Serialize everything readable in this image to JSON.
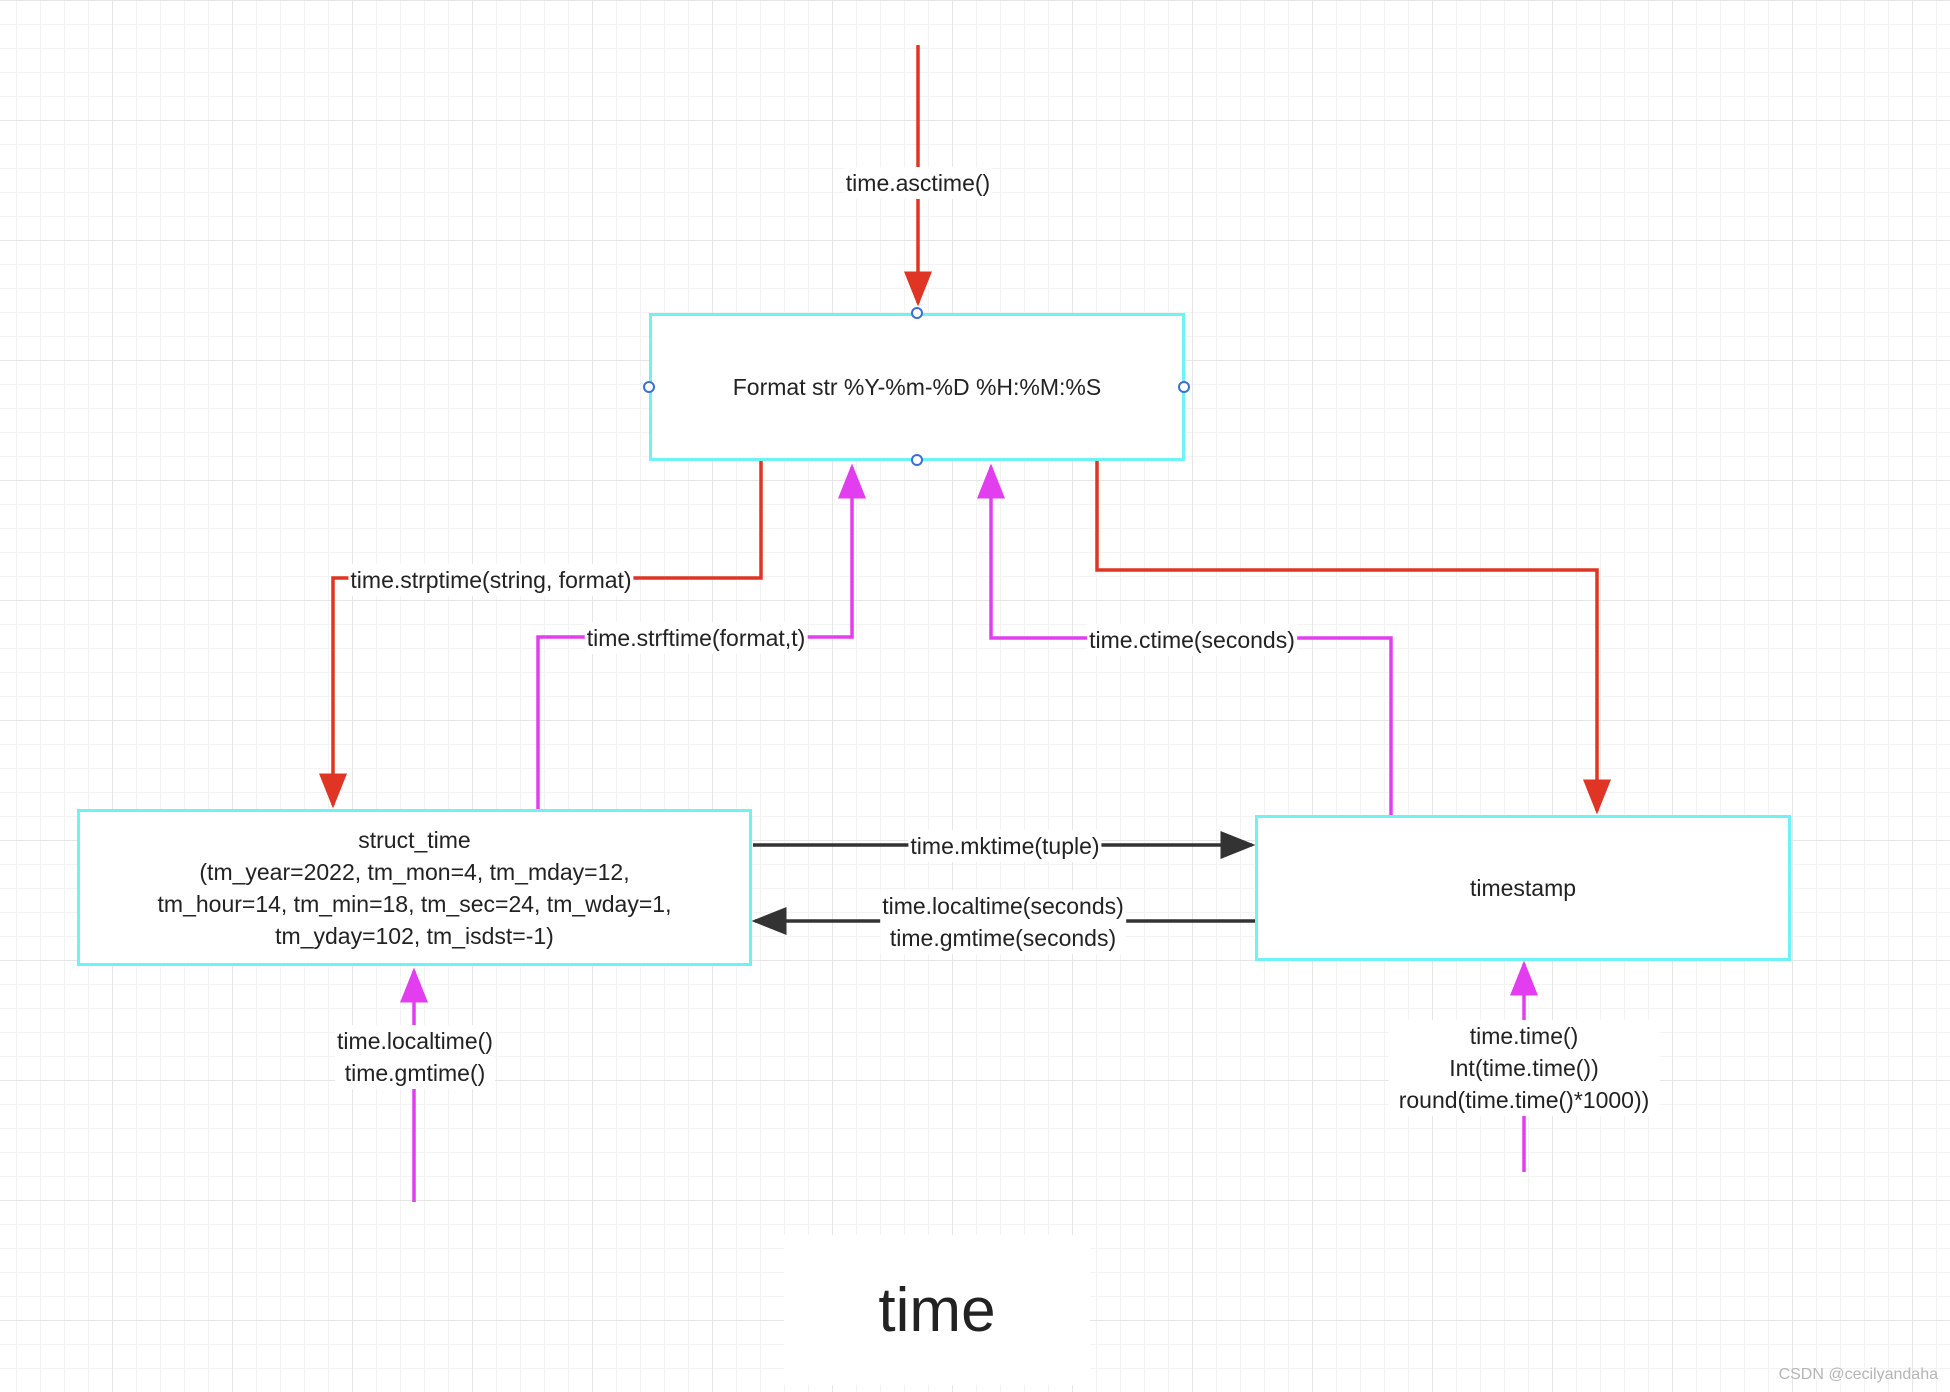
{
  "title": "time",
  "watermark": "CSDN @cecilyandaha",
  "colors": {
    "node_border": "#6ff2f6",
    "red_edge": "#e03424",
    "magenta_edge": "#e23ef0",
    "dark_edge": "#333333",
    "handle": "#3b6fd6"
  },
  "nodes": {
    "format_str": "Format str %Y-%m-%D %H:%M:%S",
    "struct_time": "struct_time\n(tm_year=2022, tm_mon=4, tm_mday=12,\ntm_hour=14, tm_min=18, tm_sec=24, tm_wday=1,\ntm_yday=102, tm_isdst=-1)",
    "timestamp": "timestamp"
  },
  "edges": {
    "asctime": "time.asctime()",
    "strptime": "time.strptime(string, format)",
    "strftime": "time.strftime(format,t)",
    "ctime": "time.ctime(seconds)",
    "mktime": "time.mktime(tuple)",
    "localtime_gmtime_seconds": "time.localtime(seconds)\ntime.gmtime(seconds)",
    "localtime_gmtime": "time.localtime()\ntime.gmtime()",
    "time_functions": "time.time()\nInt(time.time())\nround(time.time()*1000))"
  }
}
